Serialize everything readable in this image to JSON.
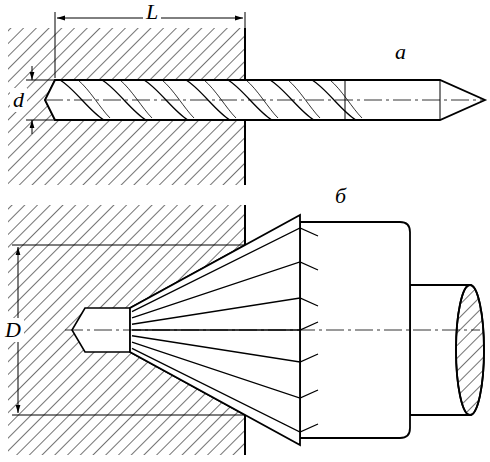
{
  "diagram": {
    "labels": [
      "L",
      "d",
      "a",
      "б",
      "D"
    ]
  }
}
